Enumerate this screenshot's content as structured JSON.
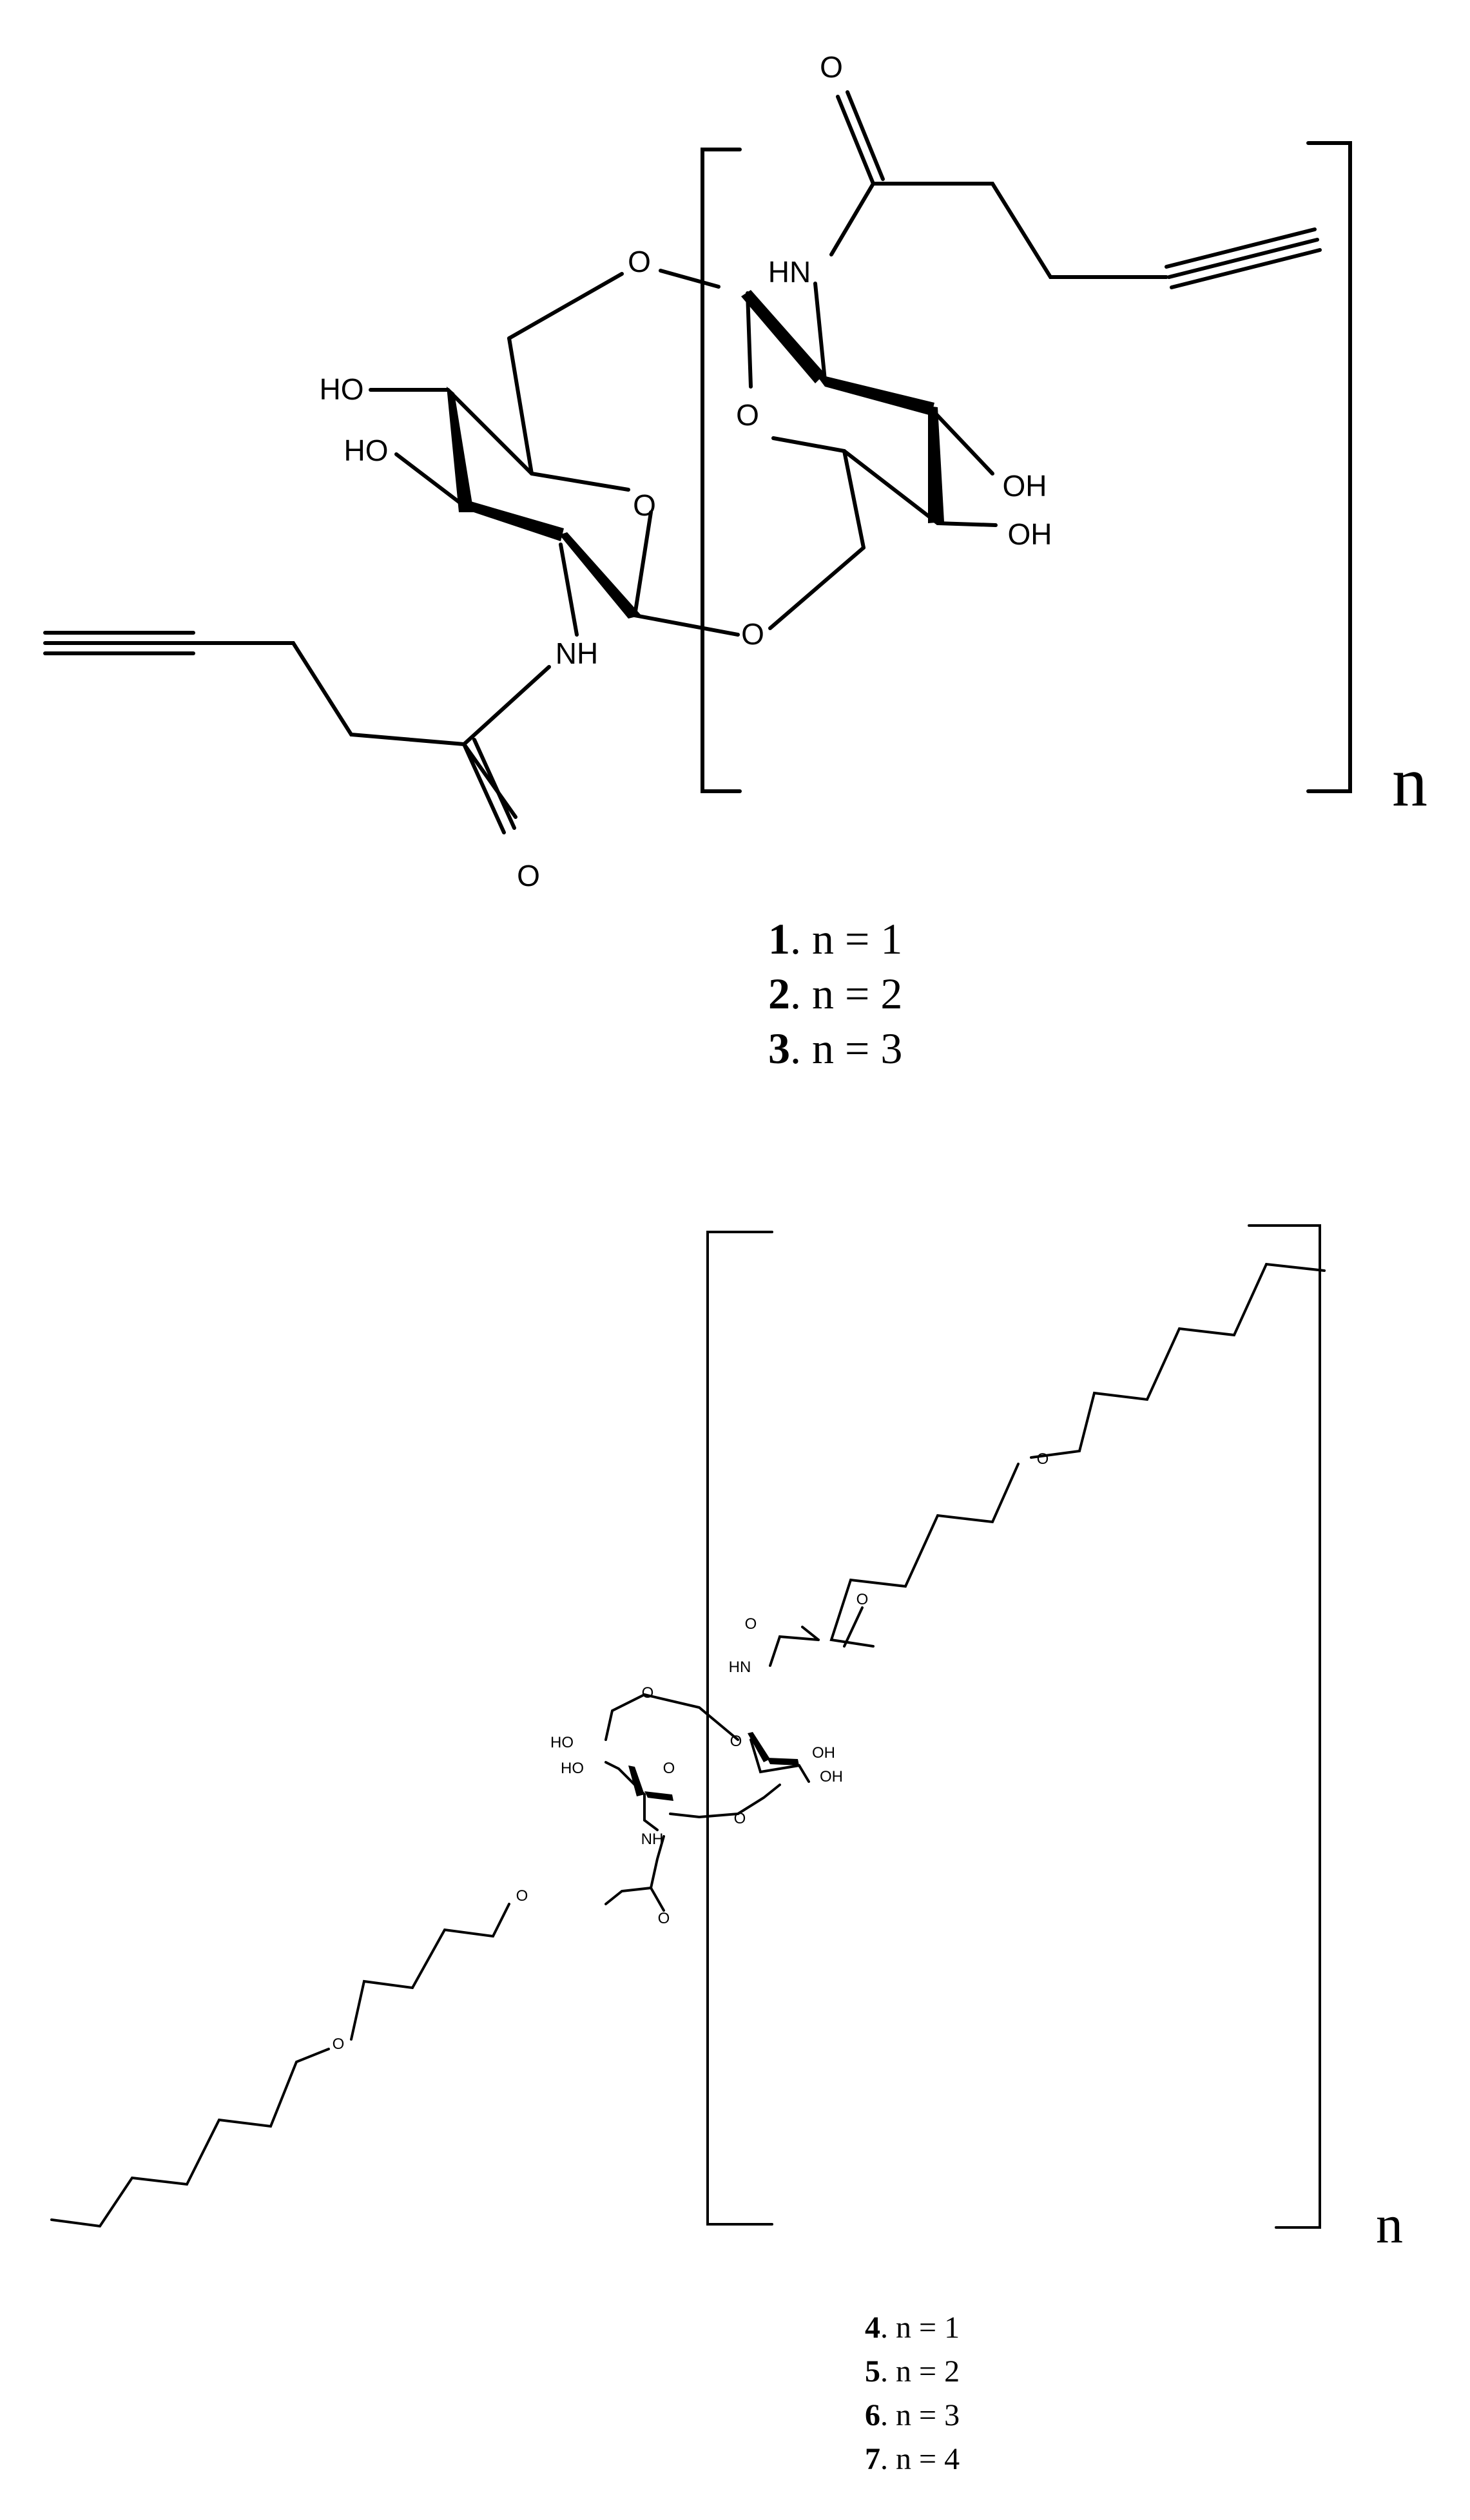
{
  "structure_1": {
    "atoms": {
      "o_ring_left_top": "O",
      "o_ring_left": "O",
      "o_bridge_bottom": "O",
      "o_ring_right": "O",
      "o_carbonyl_top": "O",
      "o_carbonyl_bottom": "O",
      "nh_top": "HN",
      "nh_bottom": "NH",
      "ho_1": "HO",
      "ho_2": "HO",
      "oh_1": "OH",
      "oh_2": "OH"
    },
    "repeat_subscript": "n",
    "captions": [
      {
        "num": "1",
        "rest": ". n = 1"
      },
      {
        "num": "2",
        "rest": ". n = 2"
      },
      {
        "num": "3",
        "rest": ". n = 3"
      }
    ]
  },
  "structure_2": {
    "atoms": {
      "o_chain_upper_1": "O",
      "o_chain_upper_2": "O",
      "o_carbonyl_top": "O",
      "o_ring_top": "O",
      "o_ring_left": "O",
      "o_ring_right": "O",
      "o_bridge_bottom": "O",
      "o_carbonyl_bottom": "O",
      "o_chain_lower_1": "O",
      "o_chain_lower_2": "O",
      "nh_top": "HN",
      "nh_bottom": "NH",
      "ho_1": "HO",
      "ho_2": "HO",
      "oh_1": "OH",
      "oh_2": "OH"
    },
    "repeat_subscript": "n",
    "captions": [
      {
        "num": "4",
        "rest": ". n = 1"
      },
      {
        "num": "5",
        "rest": ". n = 2"
      },
      {
        "num": "6",
        "rest": ". n = 3"
      },
      {
        "num": "7",
        "rest": ". n = 4"
      }
    ]
  }
}
